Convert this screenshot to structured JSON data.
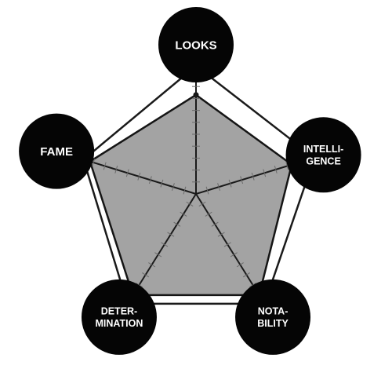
{
  "chart_data": {
    "type": "radar",
    "axes": [
      {
        "key": "looks",
        "lines": [
          "LOOKS"
        ]
      },
      {
        "key": "intelligence",
        "lines": [
          "INTELLI-",
          "GENCE"
        ]
      },
      {
        "key": "notability",
        "lines": [
          "NOTA-",
          "BILITY"
        ]
      },
      {
        "key": "determination",
        "lines": [
          "DETER-",
          "MINATION"
        ]
      },
      {
        "key": "fame",
        "lines": [
          "FAME"
        ]
      }
    ],
    "scale_max": 10,
    "ticks": 10,
    "values": [
      8.3,
      8.4,
      10,
      10,
      9.3
    ],
    "colors": {
      "outer_fill": "#ffffff",
      "outer_stroke": "#1a1a1a",
      "data_fill": "#a3a3a3",
      "data_stroke": "#151515",
      "spoke": "#1a1a1a",
      "tick": "#6a6a6a",
      "label_circle": "#050505",
      "label_text": "#ffffff"
    }
  }
}
